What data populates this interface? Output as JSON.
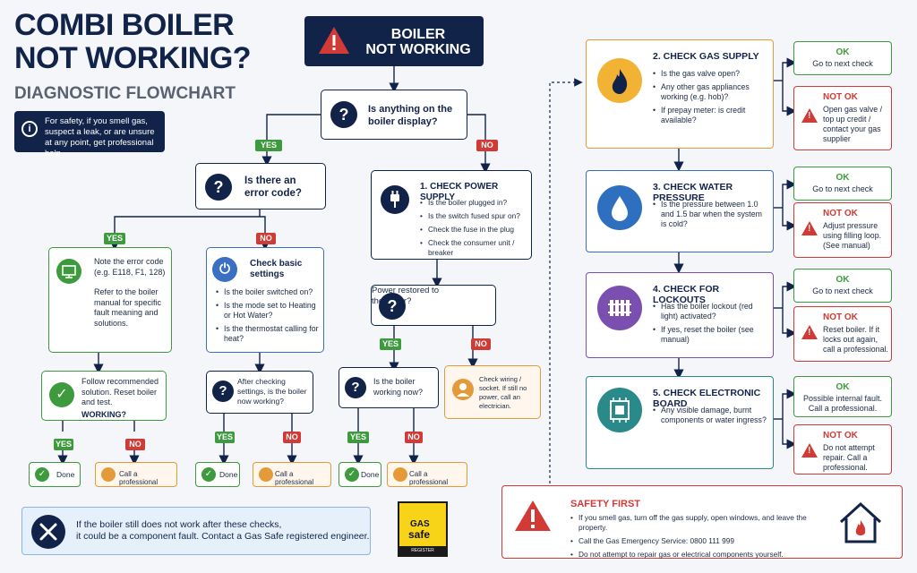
{
  "header": {
    "title_line1": "COMBI BOILER",
    "title_line2": "NOT WORKING?",
    "subtitle": "DIAGNOSTIC FLOWCHART",
    "safety_note": "For safety, if you smell gas, suspect a leak, or are unsure at any point, get professional help."
  },
  "start": {
    "line1": "BOILER",
    "line2": "NOT WORKING"
  },
  "q_display": "Is anything on the boiler display?",
  "q_error_code": "Is there an error code?",
  "yes": "YES",
  "no": "NO",
  "note_error": {
    "text1": "Note the error code (e.g. E118, F1, 128)",
    "text2": "Refer to the boiler manual for specific fault meaning and solutions."
  },
  "follow": {
    "text": "Follow recommended solution. Reset boiler and test.",
    "working": "WORKING?"
  },
  "basic": {
    "title": "Check basic settings",
    "items": [
      "Is the boiler switched on?",
      "Is the mode set to Heating or Hot Water?",
      "Is the thermostat calling for heat?"
    ]
  },
  "after_check": "After checking settings, is the boiler now working?",
  "power": {
    "title": "1. CHECK POWER SUPPLY",
    "items": [
      "Is the boiler plugged in?",
      "Is the switch fused spur on?",
      "Check the fuse in the plug",
      "Check the consumer unit / breaker"
    ]
  },
  "q_power_restored": "Power restored to the boiler?",
  "q_boiler_working": "Is the boiler working now?",
  "check_wiring": "Check wiring / socket. If still no power, call an electrician.",
  "done": "Done",
  "call_pro": "Call a professional",
  "right": {
    "gas": {
      "title": "2. CHECK GAS SUPPLY",
      "items": [
        "Is the gas valve open?",
        "Any other gas appliances working (e.g. hob)?",
        "If prepay meter: is credit available?"
      ]
    },
    "water": {
      "title": "3. CHECK WATER PRESSURE",
      "items": [
        "Is the pressure between 1.0 and 1.5 bar when the system is cold?"
      ]
    },
    "lockout": {
      "title": "4. CHECK FOR LOCKOUTS",
      "items": [
        "Has the boiler lockout (red light) activated?",
        "If yes, reset the boiler (see manual)"
      ]
    },
    "board": {
      "title": "5. CHECK ELECTRONIC BOARD",
      "items": [
        "Any visible damage, burnt components or water ingress?"
      ]
    }
  },
  "outcomes": {
    "ok": "OK",
    "notok": "NOT OK",
    "next": "Go to next check",
    "gas_notok": "Open gas valve / top up credit / contact your gas supplier",
    "water_notok": "Adjust pressure using filling loop. (See manual)",
    "lockout_notok": "Reset boiler. If it locks out again, call a professional.",
    "board_ok": "Possible internal fault. Call a professional.",
    "board_notok": "Do not attempt repair. Call a professional."
  },
  "bottom_note": {
    "line1": "If the boiler still does not work after these checks,",
    "line2": "it could be a component fault. Contact a Gas Safe registered engineer."
  },
  "gas_safe": {
    "top": "GAS",
    "main": "safe",
    "register": "REGISTER"
  },
  "safety_first": {
    "title": "SAFETY FIRST",
    "items": [
      "If you smell gas, turn off the gas supply, open windows, and leave the property.",
      "Call the Gas Emergency Service: 0800 111 999",
      "Do not attempt to repair gas or electrical components yourself."
    ]
  },
  "colors": {
    "navy": "#12234a",
    "green": "#3d9a3d",
    "red": "#d23a36",
    "orange": "#e59a3a",
    "blue": "#3a6fc2",
    "purple": "#7b4fb0",
    "teal": "#2a8a8a"
  }
}
